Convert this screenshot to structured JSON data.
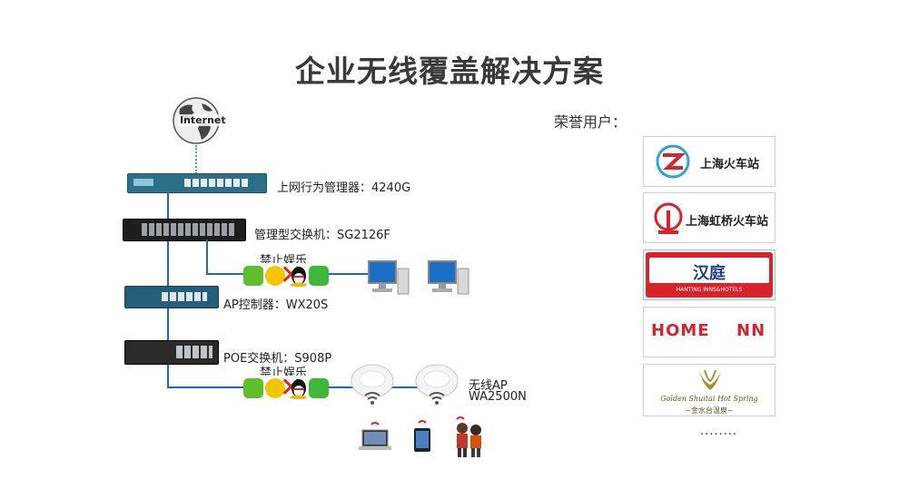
{
  "title": "企业无线覆盖解决方案",
  "internet_label": "Internet",
  "devices": {
    "behavior_manager": "上网行为管理器：4240G",
    "managed_switch": "管理型交换机：SG2126F",
    "ap_controller": "AP控制器：WX20S",
    "poe_switch": "POE交换机：S908P",
    "wireless_ap_line1": "无线AP",
    "wireless_ap_line2": "WA2500N"
  },
  "blocked_label_1": "禁止娱乐",
  "blocked_label_2": "禁止娱乐",
  "customers_label": "荣誉用户：",
  "customers": [
    {
      "name": "上海火车站"
    },
    {
      "name": "上海虹桥火车站"
    },
    {
      "name": "汉庭",
      "sub": "HANTING INNS&HOTELS"
    },
    {
      "name_left": "HOME",
      "name_right": "NN"
    },
    {
      "name_line1": "Golden Shuitai Hot Spring",
      "name_line2": "~金水台温泉~"
    }
  ],
  "more": "........",
  "colors": {
    "link": "#1f6bb5",
    "red": "#e0231b",
    "device_teal": "#2b6f89",
    "title": "#3a3a3a"
  },
  "icons": [
    "globe-icon",
    "iqiyi-icon",
    "youku-icon",
    "qq-icon",
    "wechat-icon",
    "monitor-icon",
    "laptop-icon",
    "tablet-icon",
    "wifi-icon"
  ]
}
